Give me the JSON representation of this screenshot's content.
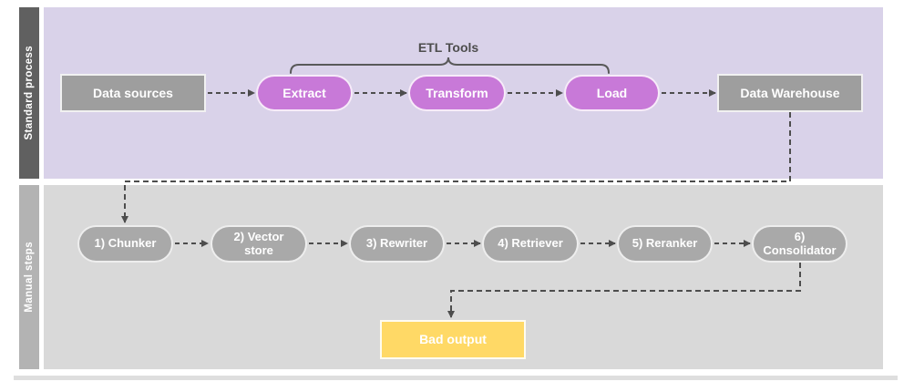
{
  "lanes": [
    {
      "label": "Standard process"
    },
    {
      "label": "Manual steps"
    }
  ],
  "etl_group_label": "ETL Tools",
  "standard_nodes": [
    {
      "label": "Data sources"
    },
    {
      "label": "Extract"
    },
    {
      "label": "Transform"
    },
    {
      "label": "Load"
    },
    {
      "label": "Data Warehouse"
    }
  ],
  "manual_nodes": [
    {
      "label": "1) Chunker"
    },
    {
      "label": "2) Vector store"
    },
    {
      "label": "3) Rewriter"
    },
    {
      "label": "4) Retriever"
    },
    {
      "label": "5) Reranker"
    },
    {
      "label": "6) Consolidator"
    }
  ],
  "output_node": {
    "label": "Bad output"
  },
  "colors": {
    "lane_standard_bg": "#d9d2e9",
    "lane_standard_bar": "#606060",
    "lane_manual_bg": "#d9d9d9",
    "lane_manual_bar": "#b3b3b3",
    "etl_pill": "#c879d8",
    "gray_node": "#9e9e9e",
    "manual_pill": "#a9a9a9",
    "bad_output_fill": "#ffd966",
    "connector": "#4d4d4d"
  }
}
